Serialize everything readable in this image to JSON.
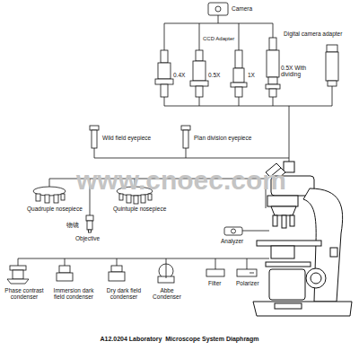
{
  "diagram": {
    "caption": "A12.0204 Laboratory  Microscope System Diaphragm",
    "labels": [
      "Camera",
      "CCD Adapter",
      "Digital camera adapter",
      "0.4X",
      "0.5X",
      "1X",
      "0.5X With dividing",
      "Wild field eyepiece",
      "Plan division eyepiece",
      "Quadruple nosepiece",
      "Quintuple nosepiece",
      "物镜",
      "Objective",
      "Analyzer",
      "Phase contrast condenser",
      "Immersion dark field condenser",
      "Dry dark field condenser",
      "Abbe Condenser",
      "Filter",
      "Polarizer",
      "www.cnoec.com"
    ]
  }
}
